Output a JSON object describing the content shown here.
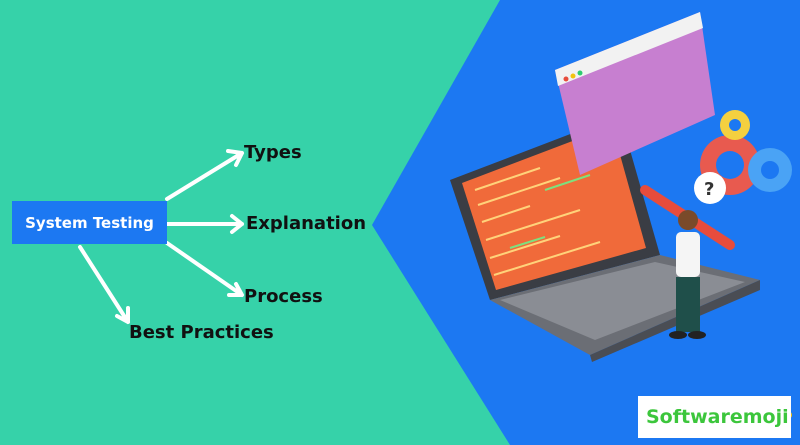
{
  "diagram": {
    "center": "System Testing",
    "branches": [
      "Types",
      "Explanation",
      "Process",
      "Best Practices"
    ]
  },
  "logo": {
    "text": "Softwaremoji"
  },
  "colors": {
    "green": "#36d2a9",
    "blue": "#1c78f2",
    "logo_green": "#3cc63c"
  }
}
